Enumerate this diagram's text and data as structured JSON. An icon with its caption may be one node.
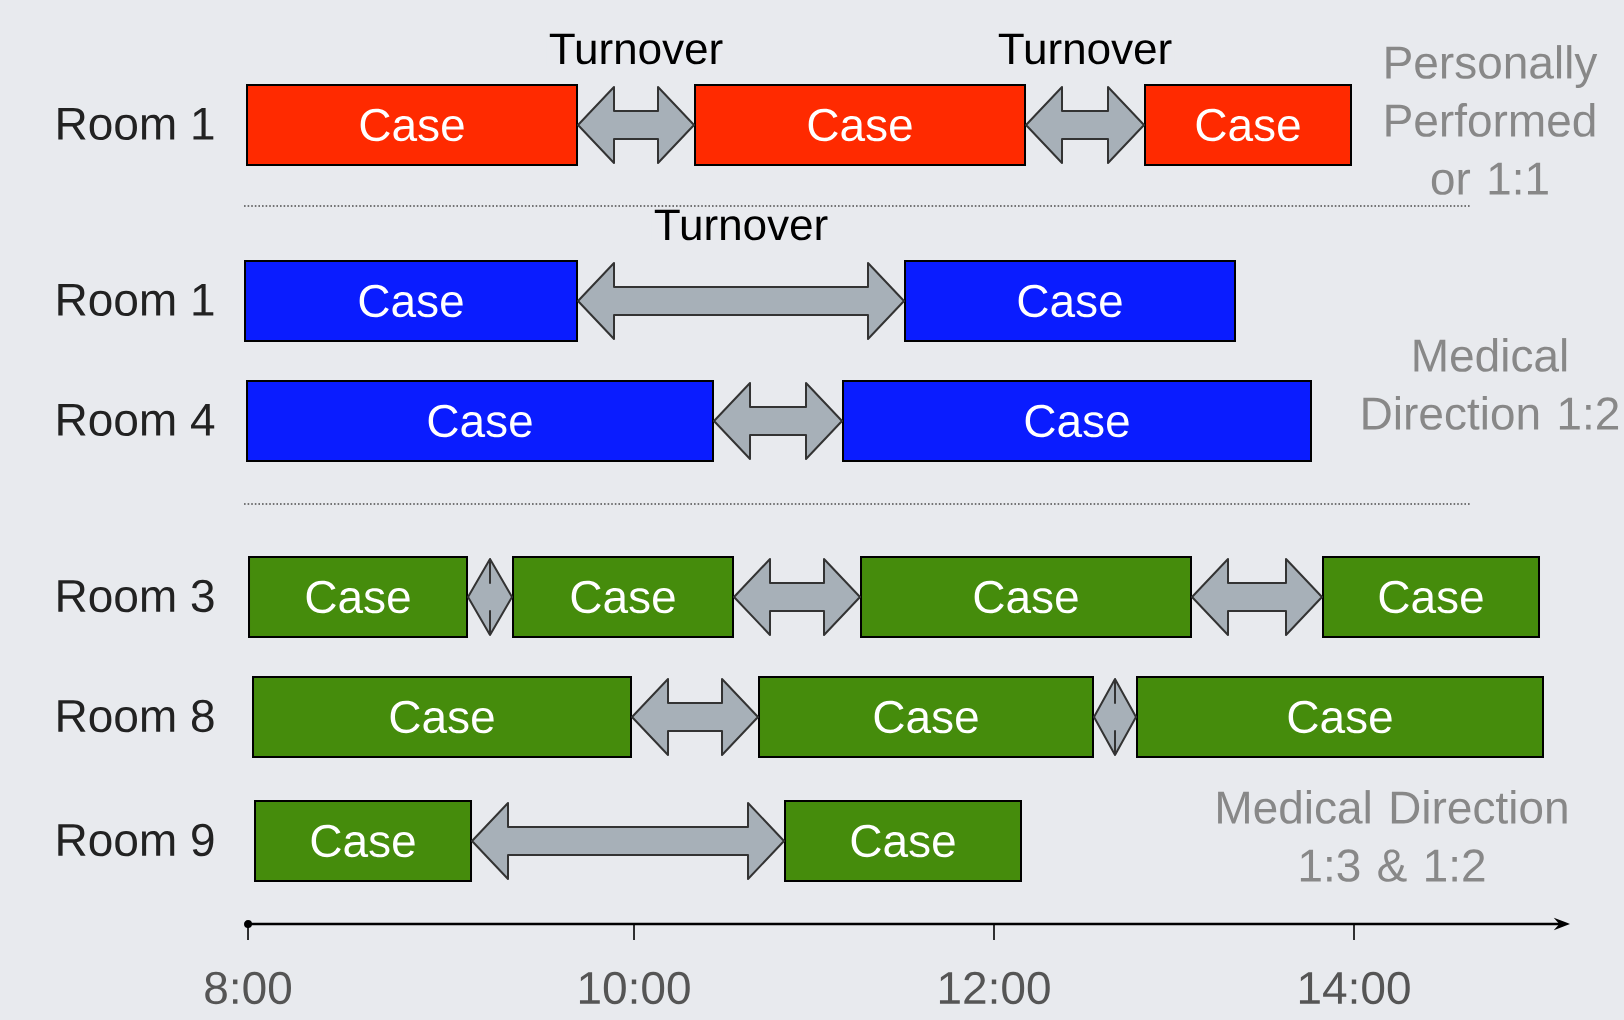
{
  "diagram": {
    "nodes": [
      {
        "text": [
          "Case"
        ]
      },
      {
        "text": [
          "Case"
        ]
      },
      {
        "text": [
          "Case"
        ]
      },
      {
        "text": [
          "Case"
        ]
      },
      {
        "text": [
          "Case"
        ]
      },
      {
        "text": [
          "Case"
        ]
      },
      {
        "text": [
          "Case"
        ]
      },
      {
        "text": [
          "Case"
        ]
      },
      {
        "text": [
          "Case"
        ]
      },
      {
        "text": [
          "Case"
        ]
      },
      {
        "text": [
          "Case"
        ]
      },
      {
        "text": [
          "Case"
        ]
      },
      {
        "text": [
          "Case"
        ]
      },
      {
        "text": [
          "Case"
        ]
      },
      {
        "text": [
          "Case"
        ]
      },
      {
        "text": [
          "Case"
        ]
      }
    ],
    "edges": [
      {
        "from": 0,
        "to": 1,
        "arrow": "both",
        "label": "Turnover"
      },
      {
        "from": 1,
        "to": 2,
        "arrow": "both",
        "label": "Turnover"
      },
      {
        "from": 3,
        "to": 4,
        "arrow": "both",
        "label": "Turnover"
      },
      {
        "from": 5,
        "to": 6,
        "arrow": "both"
      },
      {
        "from": 7,
        "to": 8,
        "arrow": "both"
      },
      {
        "from": 8,
        "to": 9,
        "arrow": "both"
      },
      {
        "from": 9,
        "to": 10,
        "arrow": "both"
      },
      {
        "from": 11,
        "to": 12,
        "arrow": "both"
      },
      {
        "from": 12,
        "to": 13,
        "arrow": "both"
      },
      {
        "from": 14,
        "to": 15,
        "arrow": "both"
      }
    ],
    "labels": [
      "Room 1",
      "Room 1",
      "Room 4",
      "Room 3",
      "Room 8",
      "Room 9",
      "Personally Performed or 1:1",
      "Medical Direction 1:2",
      "Medical Direction 1:3 & 1:2",
      "8:00",
      "10:00",
      "12:00",
      "14:00"
    ]
  }
}
